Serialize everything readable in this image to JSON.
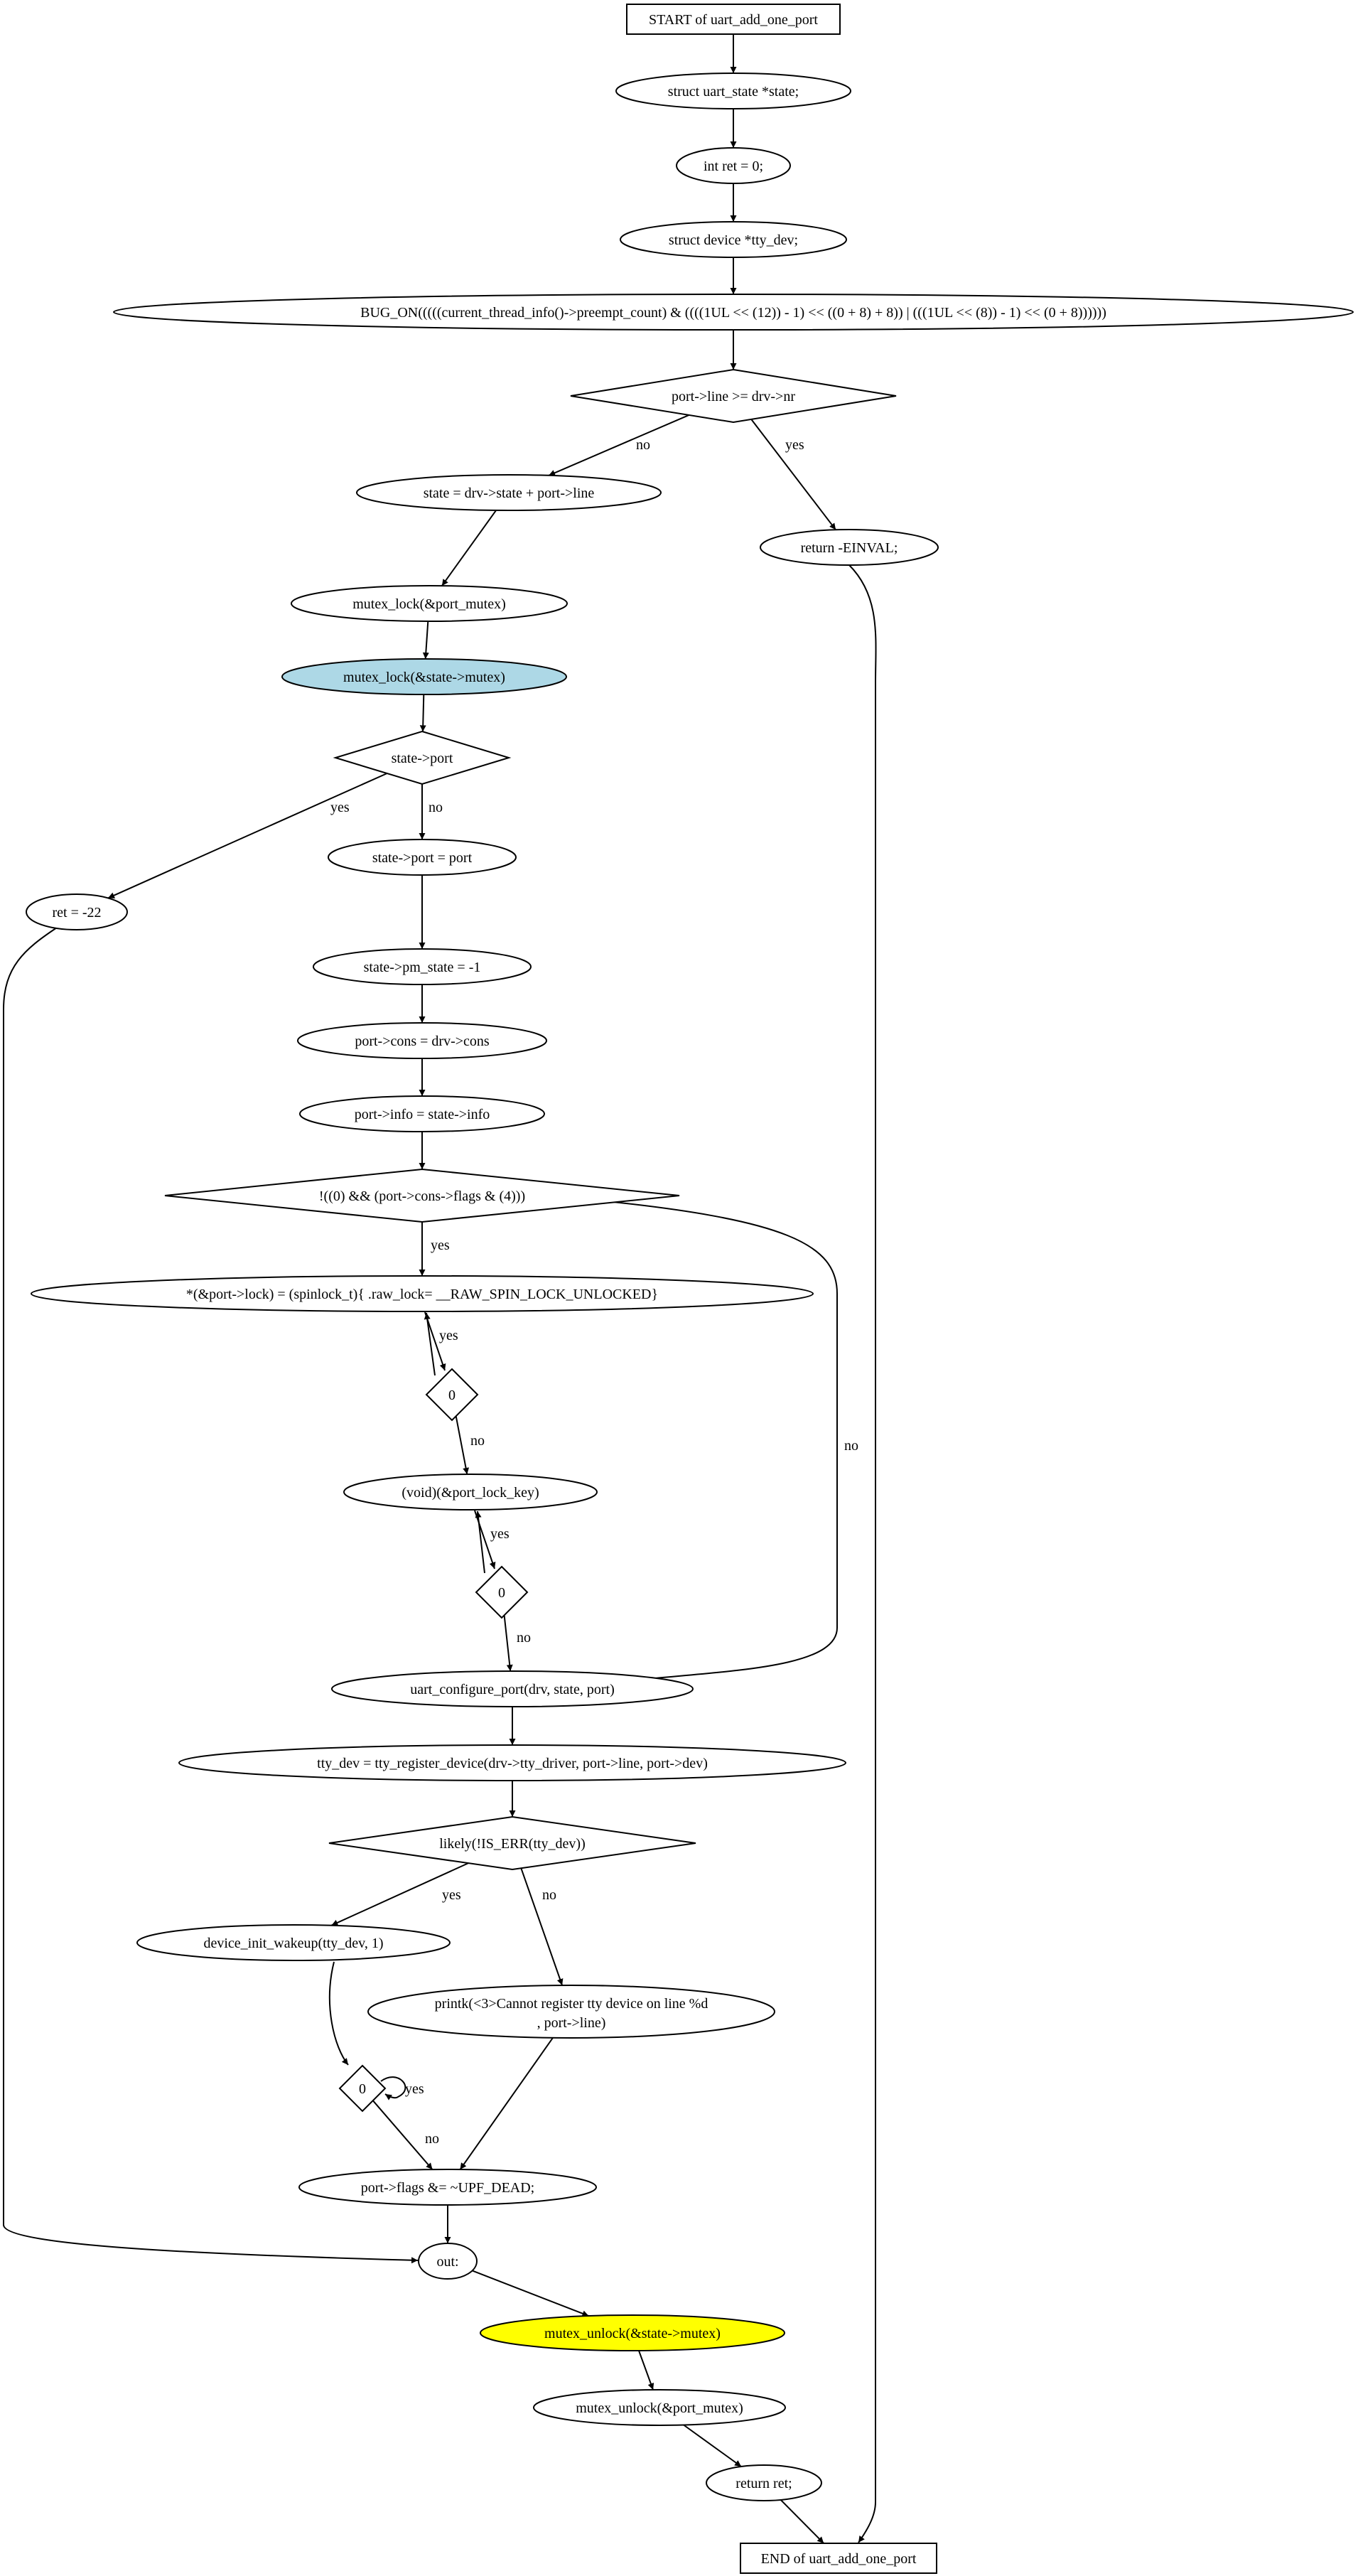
{
  "colors": {
    "highlight_blue": "#add8e6",
    "highlight_yellow": "#ffff00"
  },
  "nodes": [
    {
      "id": "start",
      "label": "START of uart_add_one_port",
      "shape": "box"
    },
    {
      "id": "n_state",
      "label": "struct uart_state *state;",
      "shape": "ellipse"
    },
    {
      "id": "n_ret",
      "label": "int ret = 0;",
      "shape": "ellipse"
    },
    {
      "id": "n_dev",
      "label": "struct device *tty_dev;",
      "shape": "ellipse"
    },
    {
      "id": "n_bug",
      "label": "BUG_ON(((((current_thread_info()->preempt_count) & ((((1UL << (12)) - 1) << ((0 + 8) + 8)) | (((1UL << (8)) - 1) << (0 + 8))))))",
      "shape": "ellipse"
    },
    {
      "id": "d_line",
      "label": "port->line >= drv->nr",
      "shape": "diamond"
    },
    {
      "id": "n_stassign",
      "label": "state = drv->state + port->line",
      "shape": "ellipse"
    },
    {
      "id": "n_einval",
      "label": "return -EINVAL;",
      "shape": "ellipse"
    },
    {
      "id": "n_lock1",
      "label": "mutex_lock(&port_mutex)",
      "shape": "ellipse"
    },
    {
      "id": "n_lock2",
      "label": "mutex_lock(&state->mutex)",
      "shape": "ellipse",
      "fill": "blue"
    },
    {
      "id": "d_port",
      "label": "state->port",
      "shape": "diamond"
    },
    {
      "id": "n_setport",
      "label": "state->port = port",
      "shape": "ellipse"
    },
    {
      "id": "n_ret22",
      "label": "ret = -22",
      "shape": "ellipse"
    },
    {
      "id": "n_pm",
      "label": "state->pm_state = -1",
      "shape": "ellipse"
    },
    {
      "id": "n_cons",
      "label": "port->cons = drv->cons",
      "shape": "ellipse"
    },
    {
      "id": "n_info",
      "label": "port->info = state->info",
      "shape": "ellipse"
    },
    {
      "id": "d_flags",
      "label": "!((0) && (port->cons->flags & (4)))",
      "shape": "diamond"
    },
    {
      "id": "n_spin",
      "label": "*(&port->lock) = (spinlock_t){ .raw_lock= __RAW_SPIN_LOCK_UNLOCKED}",
      "shape": "ellipse"
    },
    {
      "id": "d_zero1",
      "label": "0",
      "shape": "diamond"
    },
    {
      "id": "n_void",
      "label": "(void)(&port_lock_key)",
      "shape": "ellipse"
    },
    {
      "id": "d_zero2",
      "label": "0",
      "shape": "diamond"
    },
    {
      "id": "n_cfg",
      "label": "uart_configure_port(drv, state, port)",
      "shape": "ellipse"
    },
    {
      "id": "n_tty",
      "label": "tty_dev = tty_register_device(drv->tty_driver, port->line, port->dev)",
      "shape": "ellipse"
    },
    {
      "id": "d_likely",
      "label": "likely(!IS_ERR(tty_dev))",
      "shape": "diamond"
    },
    {
      "id": "n_wake",
      "label": "device_init_wakeup(tty_dev, 1)",
      "shape": "ellipse"
    },
    {
      "id": "n_printk",
      "label": "printk(<3>Cannot register tty device on line %d",
      "label2": ", port->line)",
      "shape": "ellipse"
    },
    {
      "id": "d_zero3",
      "label": "0",
      "shape": "diamond"
    },
    {
      "id": "n_flags",
      "label": "port->flags &= ~UPF_DEAD;",
      "shape": "ellipse"
    },
    {
      "id": "n_out",
      "label": "out:",
      "shape": "ellipse"
    },
    {
      "id": "n_unlock1",
      "label": "mutex_unlock(&state->mutex)",
      "shape": "ellipse",
      "fill": "yellow"
    },
    {
      "id": "n_unlock2",
      "label": "mutex_unlock(&port_mutex)",
      "shape": "ellipse"
    },
    {
      "id": "n_retret",
      "label": "return ret;",
      "shape": "ellipse"
    },
    {
      "id": "end",
      "label": "END of uart_add_one_port",
      "shape": "box"
    }
  ],
  "edges": [
    {
      "from": "start",
      "to": "n_state",
      "label": ""
    },
    {
      "from": "n_state",
      "to": "n_ret",
      "label": ""
    },
    {
      "from": "n_ret",
      "to": "n_dev",
      "label": ""
    },
    {
      "from": "n_dev",
      "to": "n_bug",
      "label": ""
    },
    {
      "from": "n_bug",
      "to": "d_line",
      "label": ""
    },
    {
      "from": "d_line",
      "to": "n_stassign",
      "label": "no"
    },
    {
      "from": "d_line",
      "to": "n_einval",
      "label": "yes"
    },
    {
      "from": "n_einval",
      "to": "end",
      "label": ""
    },
    {
      "from": "n_stassign",
      "to": "n_lock1",
      "label": ""
    },
    {
      "from": "n_lock1",
      "to": "n_lock2",
      "label": ""
    },
    {
      "from": "n_lock2",
      "to": "d_port",
      "label": ""
    },
    {
      "from": "d_port",
      "to": "n_ret22",
      "label": "yes"
    },
    {
      "from": "d_port",
      "to": "n_setport",
      "label": "no"
    },
    {
      "from": "n_setport",
      "to": "n_pm",
      "label": ""
    },
    {
      "from": "n_pm",
      "to": "n_cons",
      "label": ""
    },
    {
      "from": "n_cons",
      "to": "n_info",
      "label": ""
    },
    {
      "from": "n_info",
      "to": "d_flags",
      "label": ""
    },
    {
      "from": "d_flags",
      "to": "n_spin",
      "label": "yes"
    },
    {
      "from": "d_flags",
      "to": "n_cfg",
      "label": "no"
    },
    {
      "from": "n_spin",
      "to": "d_zero1",
      "label": ""
    },
    {
      "from": "d_zero1",
      "to": "n_spin",
      "label": "yes"
    },
    {
      "from": "d_zero1",
      "to": "n_void",
      "label": "no"
    },
    {
      "from": "n_void",
      "to": "d_zero2",
      "label": ""
    },
    {
      "from": "d_zero2",
      "to": "n_void",
      "label": "yes"
    },
    {
      "from": "d_zero2",
      "to": "n_cfg",
      "label": "no"
    },
    {
      "from": "n_cfg",
      "to": "n_tty",
      "label": ""
    },
    {
      "from": "n_tty",
      "to": "d_likely",
      "label": ""
    },
    {
      "from": "d_likely",
      "to": "n_wake",
      "label": "yes"
    },
    {
      "from": "d_likely",
      "to": "n_printk",
      "label": "no"
    },
    {
      "from": "n_wake",
      "to": "d_zero3",
      "label": ""
    },
    {
      "from": "d_zero3",
      "to": "d_zero3",
      "label": "yes"
    },
    {
      "from": "d_zero3",
      "to": "n_flags",
      "label": "no"
    },
    {
      "from": "n_printk",
      "to": "n_flags",
      "label": ""
    },
    {
      "from": "n_flags",
      "to": "n_out",
      "label": ""
    },
    {
      "from": "n_ret22",
      "to": "n_out",
      "label": ""
    },
    {
      "from": "n_out",
      "to": "n_unlock1",
      "label": ""
    },
    {
      "from": "n_unlock1",
      "to": "n_unlock2",
      "label": ""
    },
    {
      "from": "n_unlock2",
      "to": "n_retret",
      "label": ""
    },
    {
      "from": "n_retret",
      "to": "end",
      "label": ""
    }
  ]
}
